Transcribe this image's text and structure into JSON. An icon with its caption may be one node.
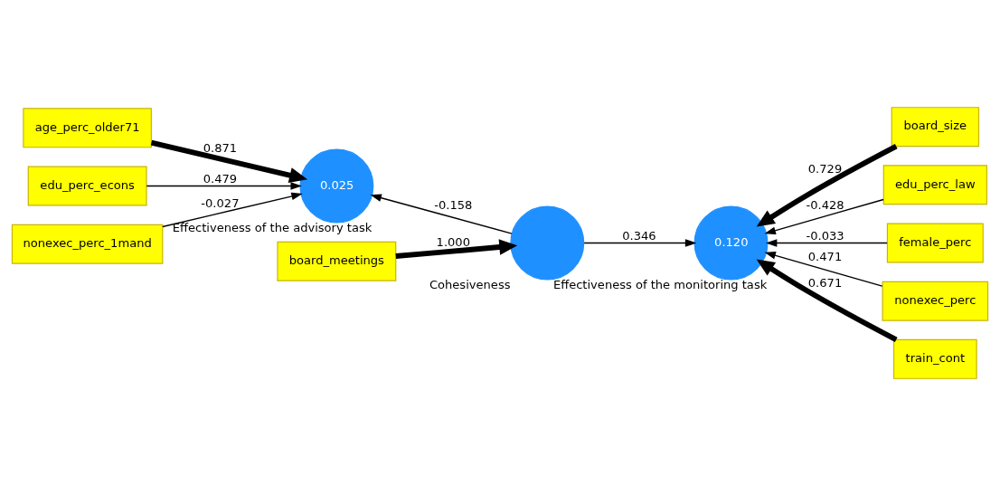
{
  "diagram": {
    "nodes": [
      {
        "text": [
          "board_meetings"
        ]
      },
      {
        "text": [],
        "shape": "circle",
        "beside": [
          "Cohesiveness"
        ]
      },
      {
        "text": [
          "age_perc_older71"
        ]
      },
      {
        "text": [
          "edu_perc_econs"
        ]
      },
      {
        "text": [
          "nonexec_perc_1mand"
        ]
      },
      {
        "text": [
          "0.025"
        ],
        "beside": [
          "Effectiveness of the advisory task"
        ]
      },
      {
        "text": [
          "0.120"
        ],
        "beside": [
          "Effectiveness of the monitoring task"
        ]
      },
      {
        "text": [
          "board_size"
        ]
      },
      {
        "text": [
          "edu_perc_law"
        ]
      },
      {
        "text": [
          "female_perc"
        ]
      },
      {
        "text": [
          "nonexec_perc"
        ]
      },
      {
        "text": [
          "train_cont"
        ]
      }
    ],
    "edges": [
      {
        "from": 0,
        "to": 1,
        "arrow": "to",
        "label": "1.000",
        "style": "thick"
      },
      {
        "from": 1,
        "to": 5,
        "arrow": "to",
        "label": "-0.158"
      },
      {
        "from": 1,
        "to": 6,
        "arrow": "to",
        "label": "0.346"
      },
      {
        "from": 2,
        "to": 5,
        "arrow": "to",
        "label": "0.871",
        "style": "thick"
      },
      {
        "from": 3,
        "to": 5,
        "arrow": "to",
        "label": "0.479"
      },
      {
        "from": 4,
        "to": 5,
        "arrow": "to",
        "label": "-0.027"
      },
      {
        "from": 7,
        "to": 6,
        "arrow": "to",
        "label": "0.729",
        "style": "thick"
      },
      {
        "from": 8,
        "to": 6,
        "arrow": "to",
        "label": "-0.428"
      },
      {
        "from": 9,
        "to": 6,
        "arrow": "to",
        "label": "-0.033"
      },
      {
        "from": 10,
        "to": 6,
        "arrow": "to",
        "label": "0.471"
      },
      {
        "from": 11,
        "to": 6,
        "arrow": "to",
        "label": "0.671",
        "style": "thick"
      }
    ]
  }
}
